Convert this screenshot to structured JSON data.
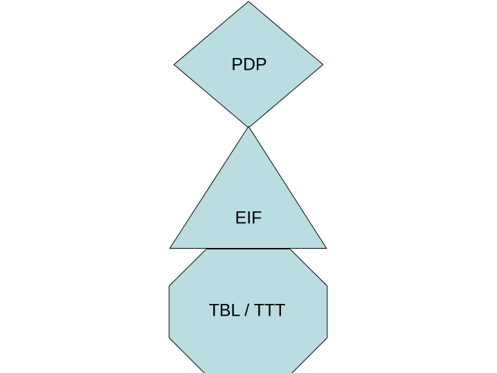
{
  "diagram": {
    "shapes": [
      {
        "name": "diamond",
        "label": "PDP"
      },
      {
        "name": "triangle",
        "label": "EIF"
      },
      {
        "name": "octagon",
        "label": "TBL / TTT"
      }
    ]
  },
  "colors": {
    "shape_fill": "#b9dde1",
    "shape_stroke": "#000000",
    "label_text": "#000000",
    "background": "#ffffff"
  }
}
